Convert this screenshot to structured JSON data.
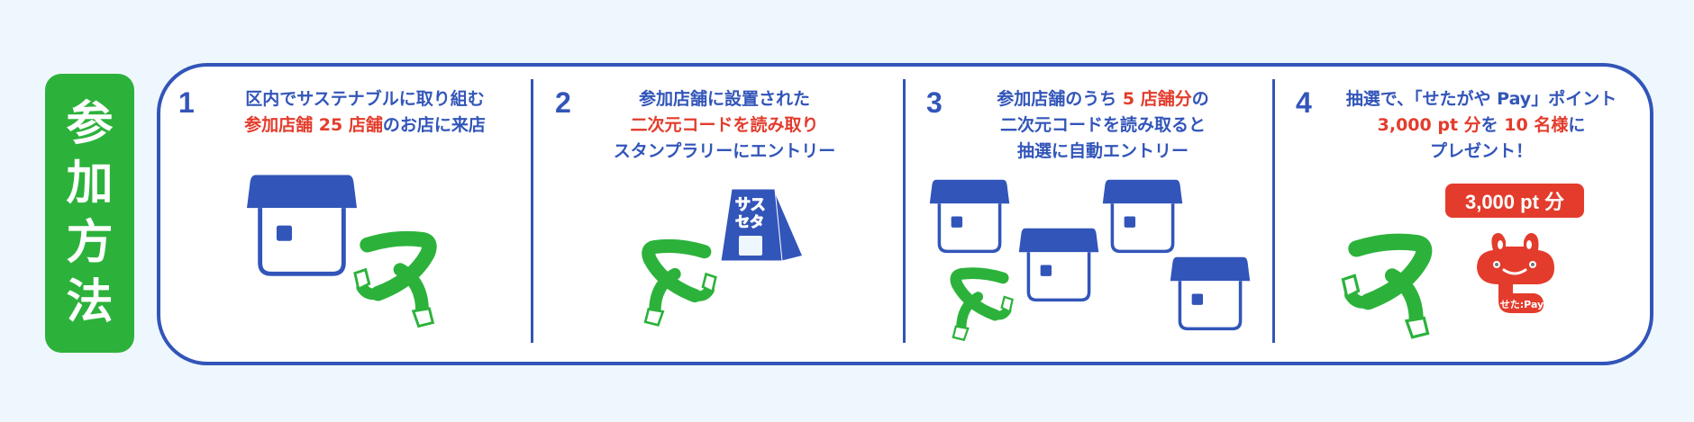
{
  "title": [
    "参",
    "加",
    "方",
    "法"
  ],
  "steps": [
    {
      "number": "1",
      "lines": [
        [
          {
            "t": "区内でサステナブルに取り組む",
            "red": false
          }
        ],
        [
          {
            "t": "参加店舗 25 店舗",
            "red": true
          },
          {
            "t": "のお店に来店",
            "red": false
          }
        ]
      ]
    },
    {
      "number": "2",
      "lines": [
        [
          {
            "t": "参加店舗に設置された",
            "red": false
          }
        ],
        [
          {
            "t": "二次元コードを読み取り",
            "red": true
          }
        ],
        [
          {
            "t": "スタンプラリーにエントリー",
            "red": false
          }
        ]
      ]
    },
    {
      "number": "3",
      "lines": [
        [
          {
            "t": "参加店舗のうち ",
            "red": false
          },
          {
            "t": "5 店舗分",
            "red": true
          },
          {
            "t": "の",
            "red": false
          }
        ],
        [
          {
            "t": "二次元コードを読み取ると",
            "red": false
          }
        ],
        [
          {
            "t": "抽選に自動エントリー",
            "red": false
          }
        ]
      ]
    },
    {
      "number": "4",
      "lines": [
        [
          {
            "t": "抽選で、「せたがや Pay」ポイント",
            "red": false
          }
        ],
        [
          {
            "t": "3,000 pt 分",
            "red": true
          },
          {
            "t": "を ",
            "red": false
          },
          {
            "t": "10 名様",
            "red": true
          },
          {
            "t": "に",
            "red": false
          }
        ],
        [
          {
            "t": "プレゼント！",
            "red": false
          }
        ]
      ]
    }
  ],
  "sign_text": [
    "サス",
    "セタ"
  ],
  "badge": "3,000 pt 分",
  "logo_text": "せた:Pay",
  "colors": {
    "blue": "#3255b9",
    "red": "#e33c2c",
    "green": "#2cb23b",
    "bg": "#eef7fd"
  }
}
